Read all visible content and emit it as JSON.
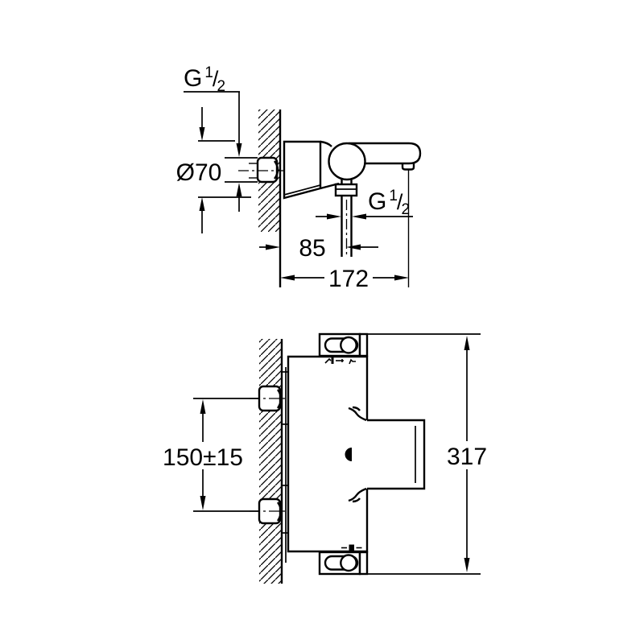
{
  "page": {
    "background_color": "#ffffff",
    "line_color": "#000000",
    "description": "Technical installation dimension drawing of a wall-mounted bath/shower mixer tap, side view above and front view below"
  },
  "top_view": {
    "name": "side-installation-view",
    "dimensions": {
      "wall_thread": {
        "g": "G",
        "sup": "1",
        "slash": "/",
        "sub": "2"
      },
      "escutcheon_diameter": "Ø70",
      "wall_to_outlet_center": "85",
      "overall_projection": "172",
      "outlet_thread": {
        "g": "G",
        "sup": "1",
        "slash": "/",
        "sub": "2"
      }
    }
  },
  "front_view": {
    "name": "front-installation-view",
    "dimensions": {
      "inlet_center_distance": "150±15",
      "overall_height": "317"
    }
  },
  "icons": {
    "diverter_row": "shower-bath-diverter-icons",
    "temperature_mark": "temperature-stop-mark",
    "wall_hatch": "wall-section-hatching"
  }
}
